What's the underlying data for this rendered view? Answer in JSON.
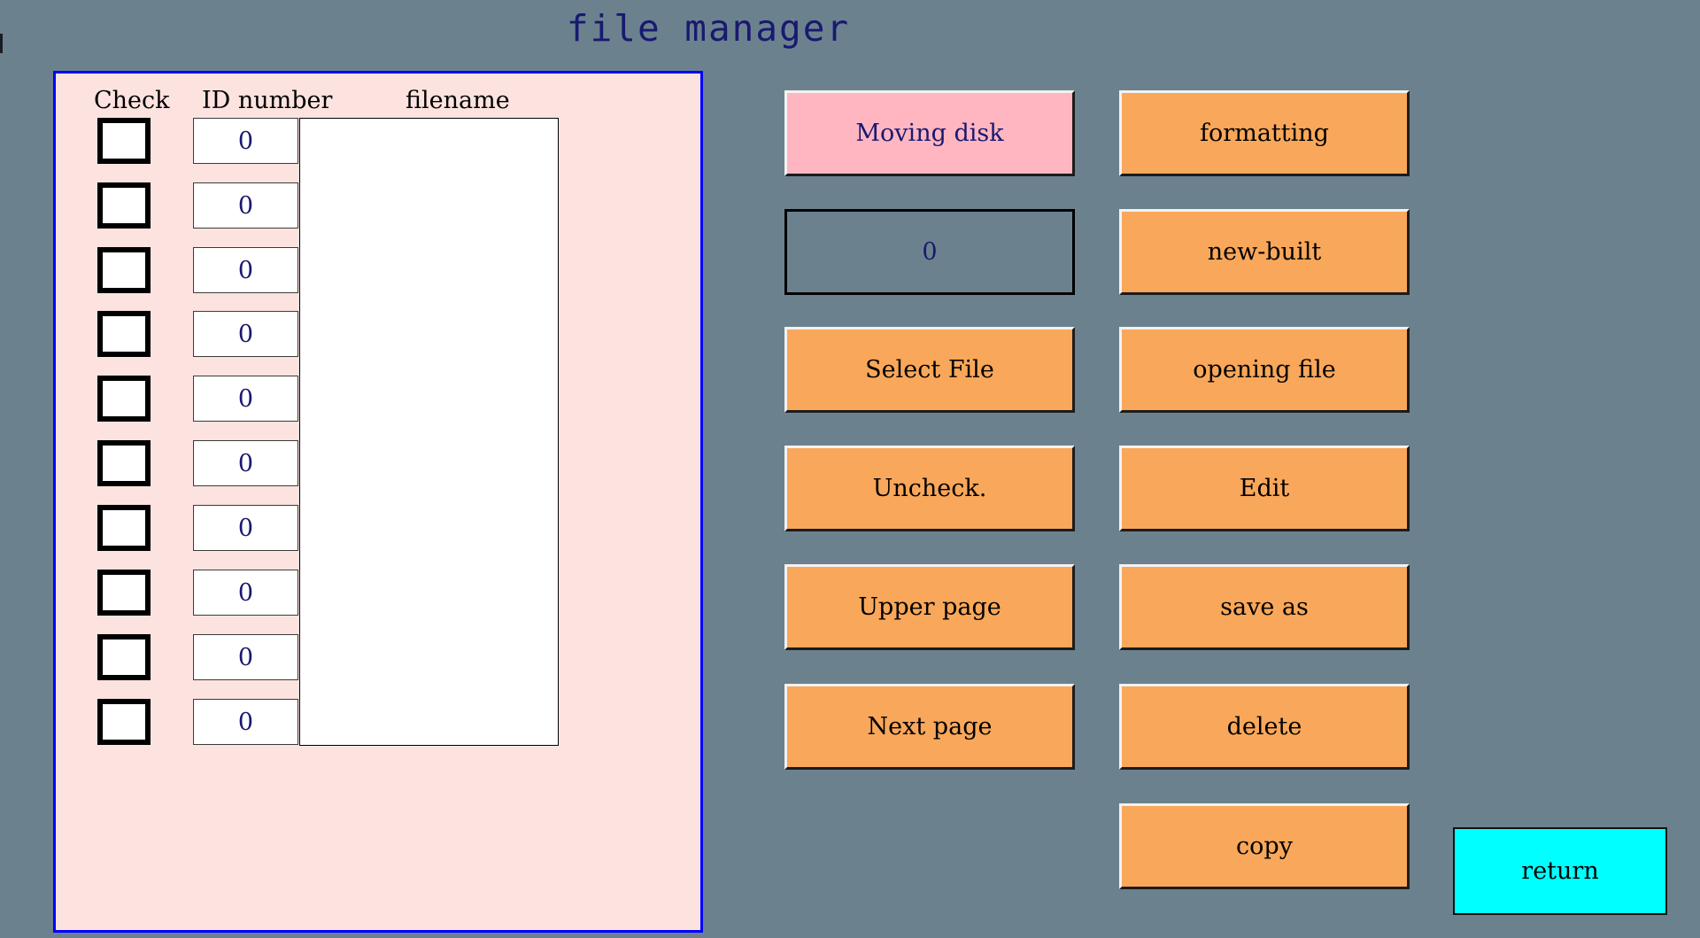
{
  "header": {
    "title": "file manager"
  },
  "colors": {
    "background": "#6b828e",
    "panel_fill": "#fce3df",
    "panel_border": "#0000ff",
    "button_orange": "#f9a75a",
    "button_pink": "#ffb6c1",
    "button_cyan": "#00ffff",
    "text_navy": "#191970"
  },
  "file_panel": {
    "headers": {
      "check": "Check",
      "id_number": "ID number",
      "filename": "filename"
    },
    "rows": [
      {
        "checked": false,
        "id": "0"
      },
      {
        "checked": false,
        "id": "0"
      },
      {
        "checked": false,
        "id": "0"
      },
      {
        "checked": false,
        "id": "0"
      },
      {
        "checked": false,
        "id": "0"
      },
      {
        "checked": false,
        "id": "0"
      },
      {
        "checked": false,
        "id": "0"
      },
      {
        "checked": false,
        "id": "0"
      },
      {
        "checked": false,
        "id": "0"
      },
      {
        "checked": false,
        "id": "0"
      }
    ],
    "filename_list": {
      "items": [],
      "empty_text": ""
    }
  },
  "middle_column": {
    "moving_disk_label": "Moving disk",
    "disk_index_value": "0",
    "buttons": [
      {
        "label": "Select File"
      },
      {
        "label": "Uncheck."
      },
      {
        "label": "Upper page"
      },
      {
        "label": "Next page"
      }
    ]
  },
  "right_column": {
    "buttons": [
      {
        "label": "formatting"
      },
      {
        "label": "new-built"
      },
      {
        "label": "opening file"
      },
      {
        "label": "Edit"
      },
      {
        "label": "save as"
      },
      {
        "label": "delete"
      },
      {
        "label": "copy"
      }
    ]
  },
  "footer": {
    "return_label": "return"
  }
}
